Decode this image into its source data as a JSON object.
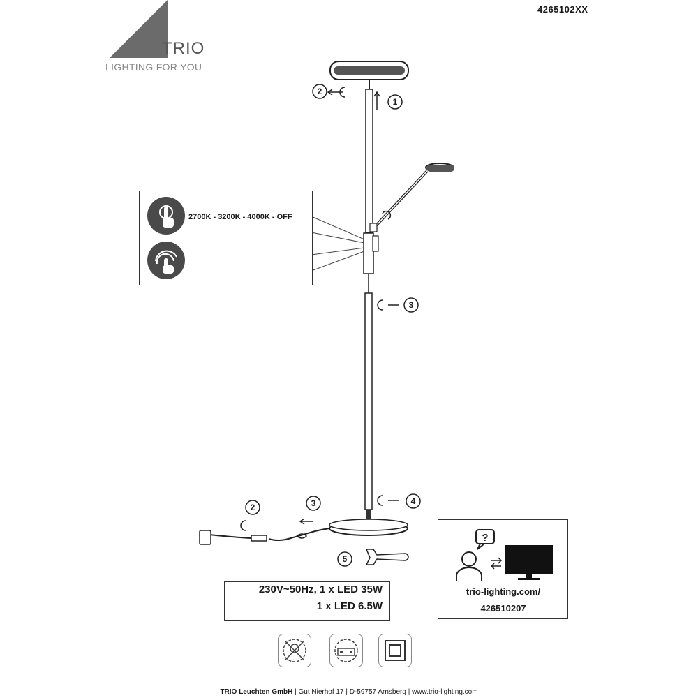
{
  "header": {
    "product_code": "4265102XX"
  },
  "brand": {
    "name": "TRIO",
    "tagline": "LIGHTING FOR YOU",
    "accent_color": "#6b6b6b"
  },
  "controls": {
    "touch_modes": "2700K - 3200K - 4000K - OFF",
    "icons": [
      "touch-switch-icon",
      "touch-dimmer-icon"
    ]
  },
  "steps": {
    "labels": [
      "1",
      "2",
      "3",
      "4",
      "2",
      "3",
      "5"
    ]
  },
  "specs": {
    "line1": "230V~50Hz, 1 x LED 35W",
    "line2": "1 x LED 6.5W"
  },
  "info": {
    "url_line1": "trio-lighting.com/",
    "url_line2": "426510207"
  },
  "footer": {
    "company": "TRIO Leuchten GmbH",
    "address1": "Gut Nierhof 17",
    "address2": "D-59757 Arnsberg",
    "website": "www.trio-lighting.com"
  },
  "bottom_icons": [
    "no-led-replace-icon",
    "driver-exchange-icon",
    "class-ii-icon"
  ]
}
